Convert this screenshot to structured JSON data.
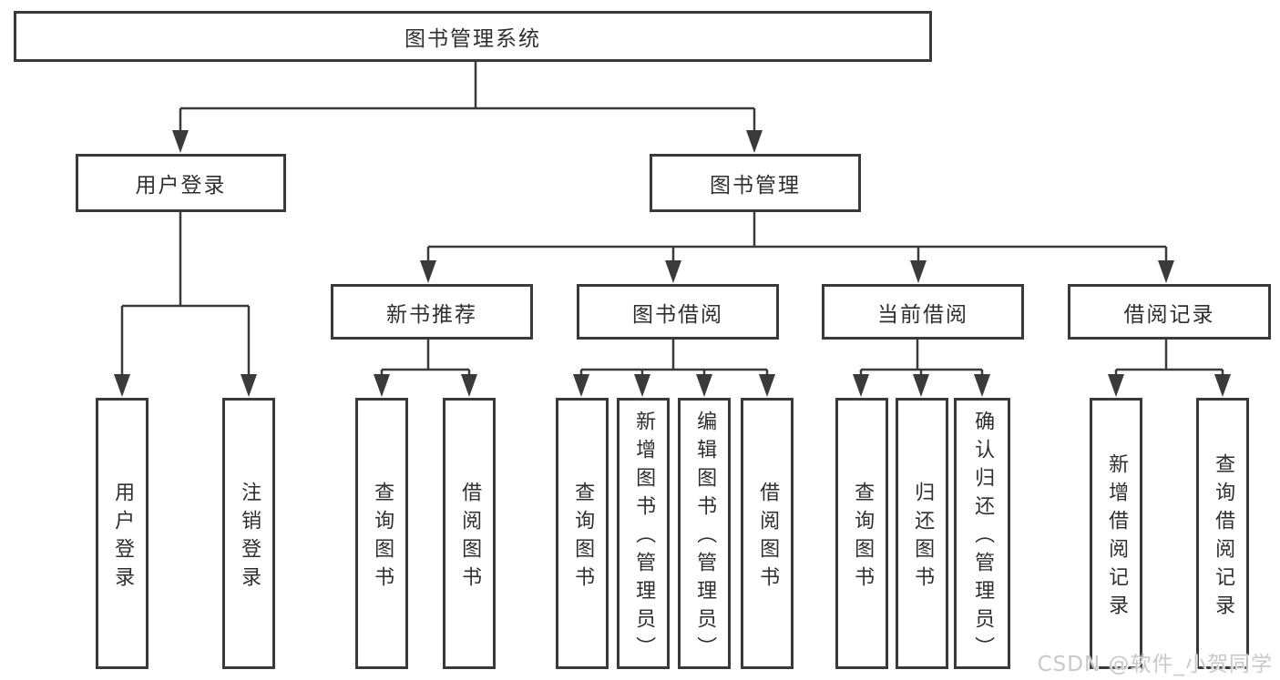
{
  "colors": {
    "line": "#3a3a3a",
    "box_border": "#3a3a3a",
    "box_bg": "#ffffff",
    "text": "#2f2f2f",
    "watermark": "#c9c9c9"
  },
  "watermark": {
    "text": "CSDN @软件_小贺同学"
  },
  "diagram": {
    "type": "tree",
    "root": {
      "label": "图书管理系统"
    },
    "children": [
      {
        "label": "用户登录",
        "children": [
          {
            "label": "用户登录"
          },
          {
            "label": "注销登录"
          }
        ]
      },
      {
        "label": "图书管理",
        "children": [
          {
            "label": "新书推荐",
            "children": [
              {
                "label": "查询图书"
              },
              {
                "label": "借阅图书"
              }
            ]
          },
          {
            "label": "图书借阅",
            "children": [
              {
                "label": "查询图书"
              },
              {
                "label": "新增图书（管理员）"
              },
              {
                "label": "编辑图书（管理员）"
              },
              {
                "label": "借阅图书"
              }
            ]
          },
          {
            "label": "当前借阅",
            "children": [
              {
                "label": "查询图书"
              },
              {
                "label": "归还图书"
              },
              {
                "label": "确认归还（管理员）"
              }
            ]
          },
          {
            "label": "借阅记录",
            "children": [
              {
                "label": "新增借阅记录"
              },
              {
                "label": "查询借阅记录"
              }
            ]
          }
        ]
      }
    ]
  }
}
